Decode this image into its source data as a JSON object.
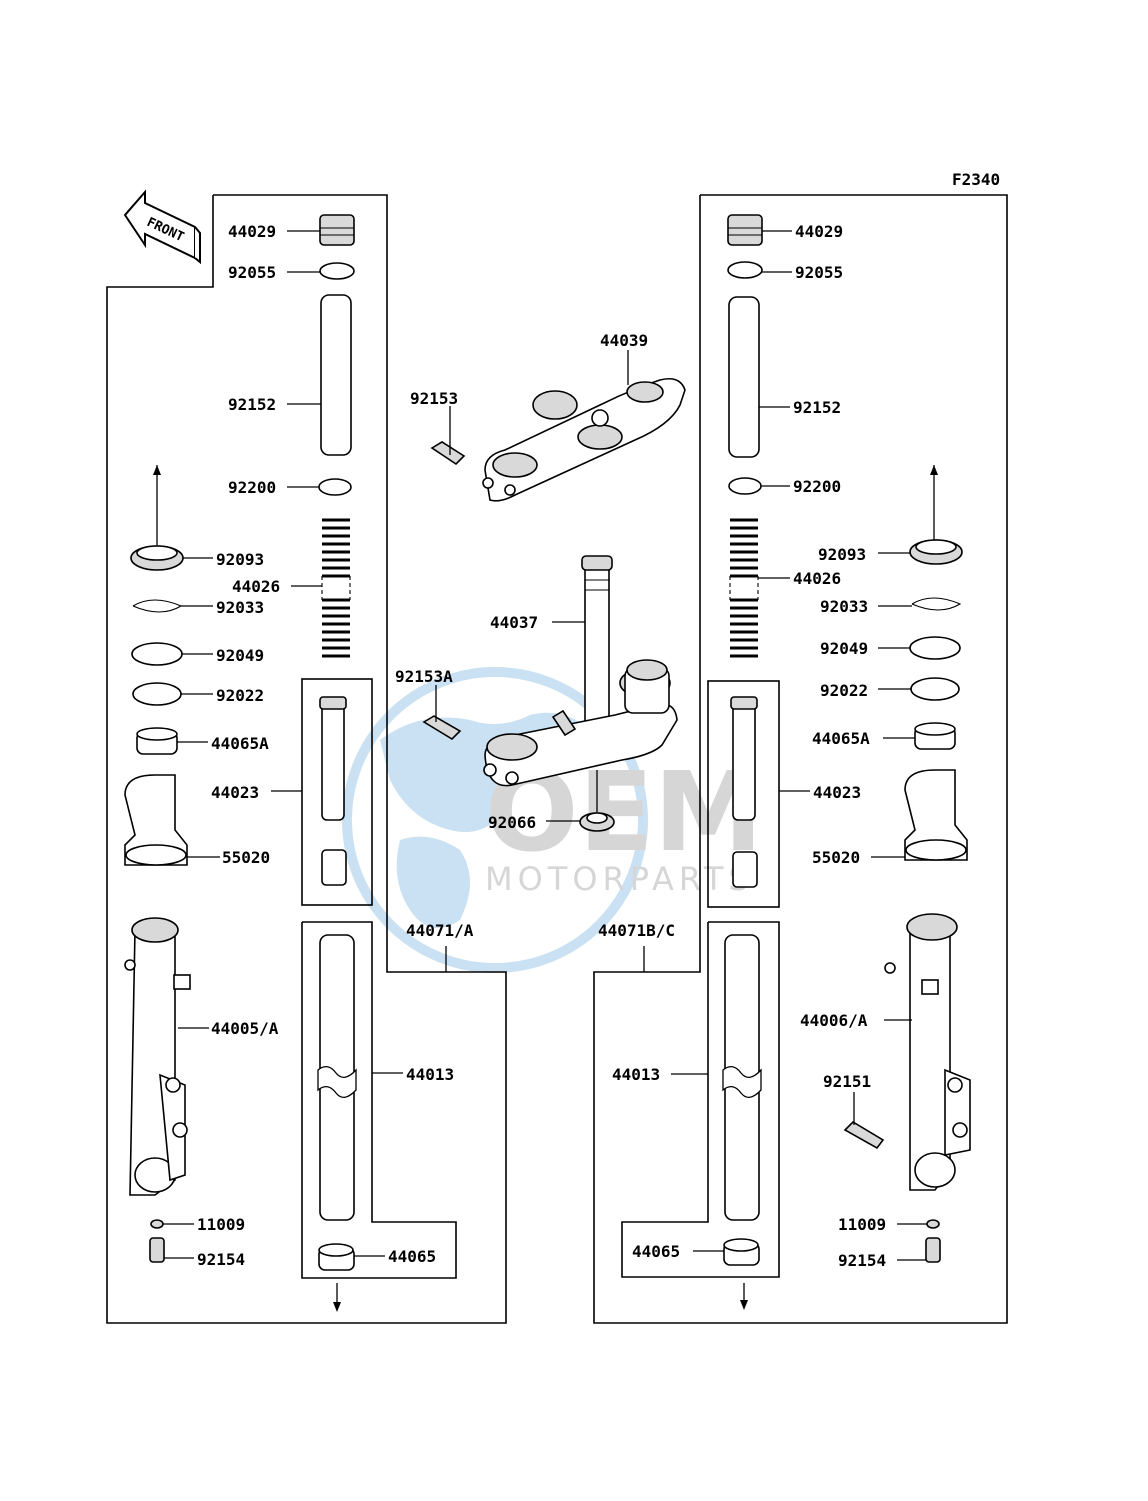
{
  "figure_code": "F2340",
  "front_label": "FRONT",
  "watermark": {
    "main": "OEM",
    "sub": "MOTORPARTS"
  },
  "labels": {
    "l_44029": "44029",
    "l_92055": "92055",
    "l_92152": "92152",
    "l_92200": "92200",
    "l_92093": "92093",
    "l_44026": "44026",
    "l_92033": "92033",
    "l_92049": "92049",
    "l_92022": "92022",
    "l_44065A": "44065A",
    "l_44023": "44023",
    "l_55020": "55020",
    "l_44005A": "44005/A",
    "l_11009": "11009",
    "l_92154": "92154",
    "l_44013": "44013",
    "l_44065": "44065",
    "l_44071A": "44071/A",
    "c_44039": "44039",
    "c_92153": "92153",
    "c_44037": "44037",
    "c_92153A": "92153A",
    "c_92066": "92066",
    "r_44071BC": "44071B/C",
    "r_44013": "44013",
    "r_44065": "44065",
    "r_44029": "44029",
    "r_92055": "92055",
    "r_92152": "92152",
    "r_92200": "92200",
    "r_92093": "92093",
    "r_44026": "44026",
    "r_92033": "92033",
    "r_92049": "92049",
    "r_92022": "92022",
    "r_44065A": "44065A",
    "r_44023": "44023",
    "r_55020": "55020",
    "r_44006A": "44006/A",
    "r_92151": "92151",
    "r_11009": "11009",
    "r_92154": "92154"
  },
  "colors": {
    "ink": "#000000",
    "watermark_blue": "#9ec9e8",
    "watermark_gray": "#b5b5b5"
  }
}
